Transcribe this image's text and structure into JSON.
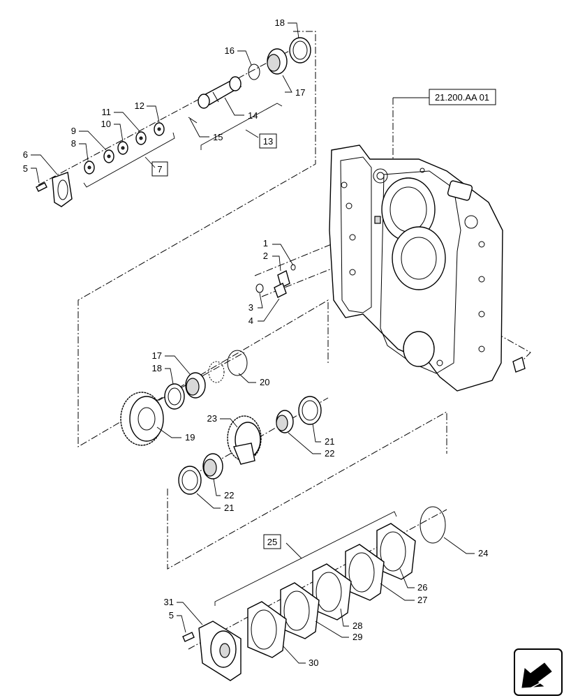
{
  "reference": "21.200.AA 01",
  "boxed_callouts": [
    "7",
    "13",
    "25"
  ],
  "callouts": [
    "1",
    "2",
    "3",
    "4",
    "5",
    "6",
    "8",
    "9",
    "10",
    "11",
    "12",
    "14",
    "15",
    "16",
    "17",
    "18",
    "19",
    "20",
    "21",
    "22",
    "23",
    "24",
    "26",
    "27",
    "28",
    "29",
    "30",
    "31"
  ]
}
